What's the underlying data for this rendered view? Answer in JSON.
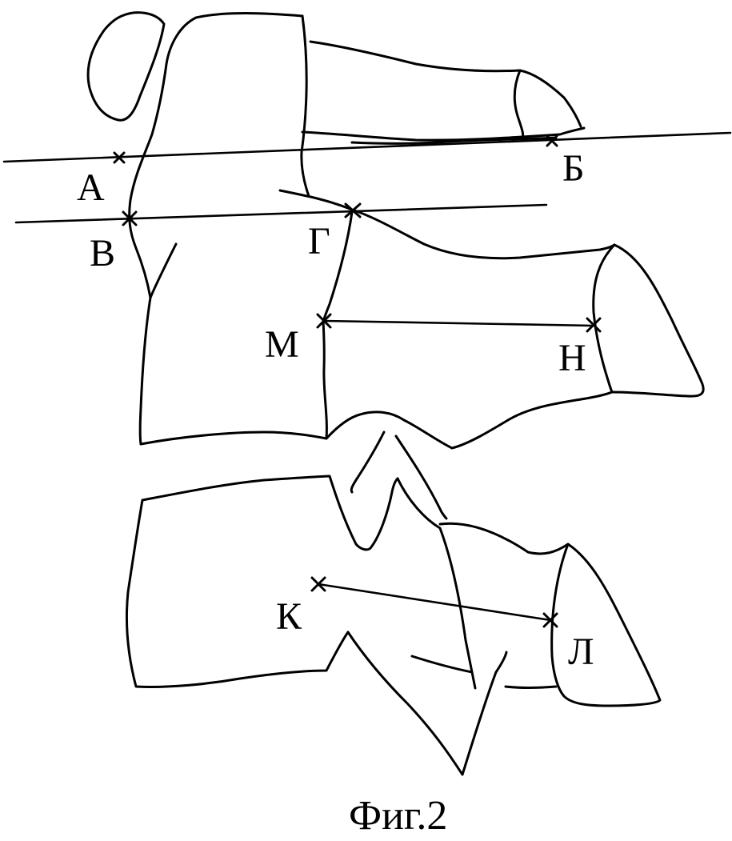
{
  "figure": {
    "caption": "Фиг.2",
    "stroke_color": "#000000",
    "background_color": "#ffffff",
    "points": {
      "A": "А",
      "B": "Б",
      "V": "В",
      "G": "Г",
      "M": "М",
      "N": "Н",
      "K": "К",
      "L": "Л"
    }
  }
}
